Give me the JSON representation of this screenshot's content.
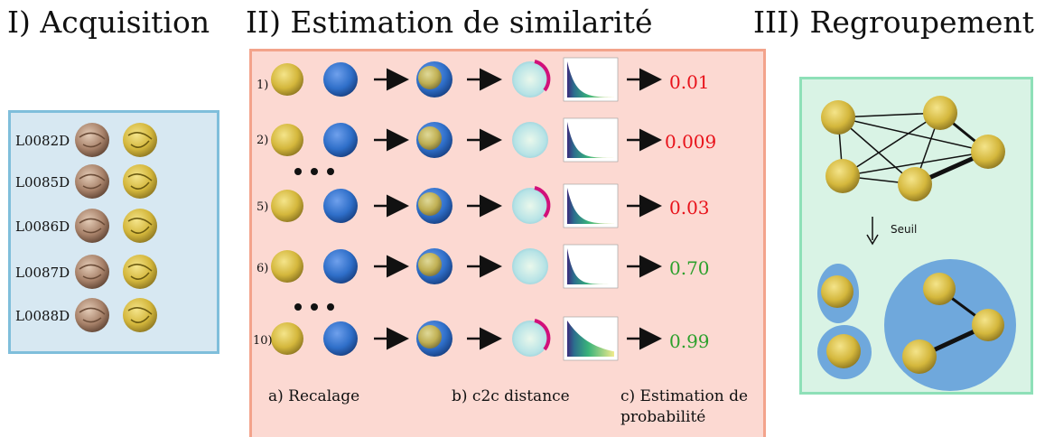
{
  "titles": {
    "acquisition": "I) Acquisition",
    "similarity": "II) Estimation de similarité",
    "grouping": "III) Regroupement"
  },
  "acquisition": {
    "coins": [
      "L0082D",
      "L0085D",
      "L0086D",
      "L0087D",
      "L0088D"
    ]
  },
  "similarity": {
    "rows": [
      {
        "index": "1)",
        "probability": "0.01",
        "color": "#e8131b"
      },
      {
        "index": "2)",
        "probability": "0.009",
        "color": "#e8131b"
      },
      {
        "index": "5)",
        "probability": "0.03",
        "color": "#e8131b"
      },
      {
        "index": "6)",
        "probability": "0.70",
        "color": "#2ca02c"
      },
      {
        "index": "10)",
        "probability": "0.99",
        "color": "#2ca02c"
      }
    ],
    "ellipsis": "• • •",
    "steps": {
      "a": "a) Recalage",
      "b": "b) c2c distance",
      "c_line1": "c) Estimation de",
      "c_line2": "probabilité"
    }
  },
  "grouping": {
    "threshold_label": "Seuil"
  },
  "colors": {
    "gold_coin": "#d4b73c",
    "blue_coin": "#2f6fc9",
    "bronze_coin": "#a8826a",
    "cluster_blue": "#6fa8dc",
    "low_prob": "#e8131b",
    "high_prob": "#2ca02c"
  }
}
